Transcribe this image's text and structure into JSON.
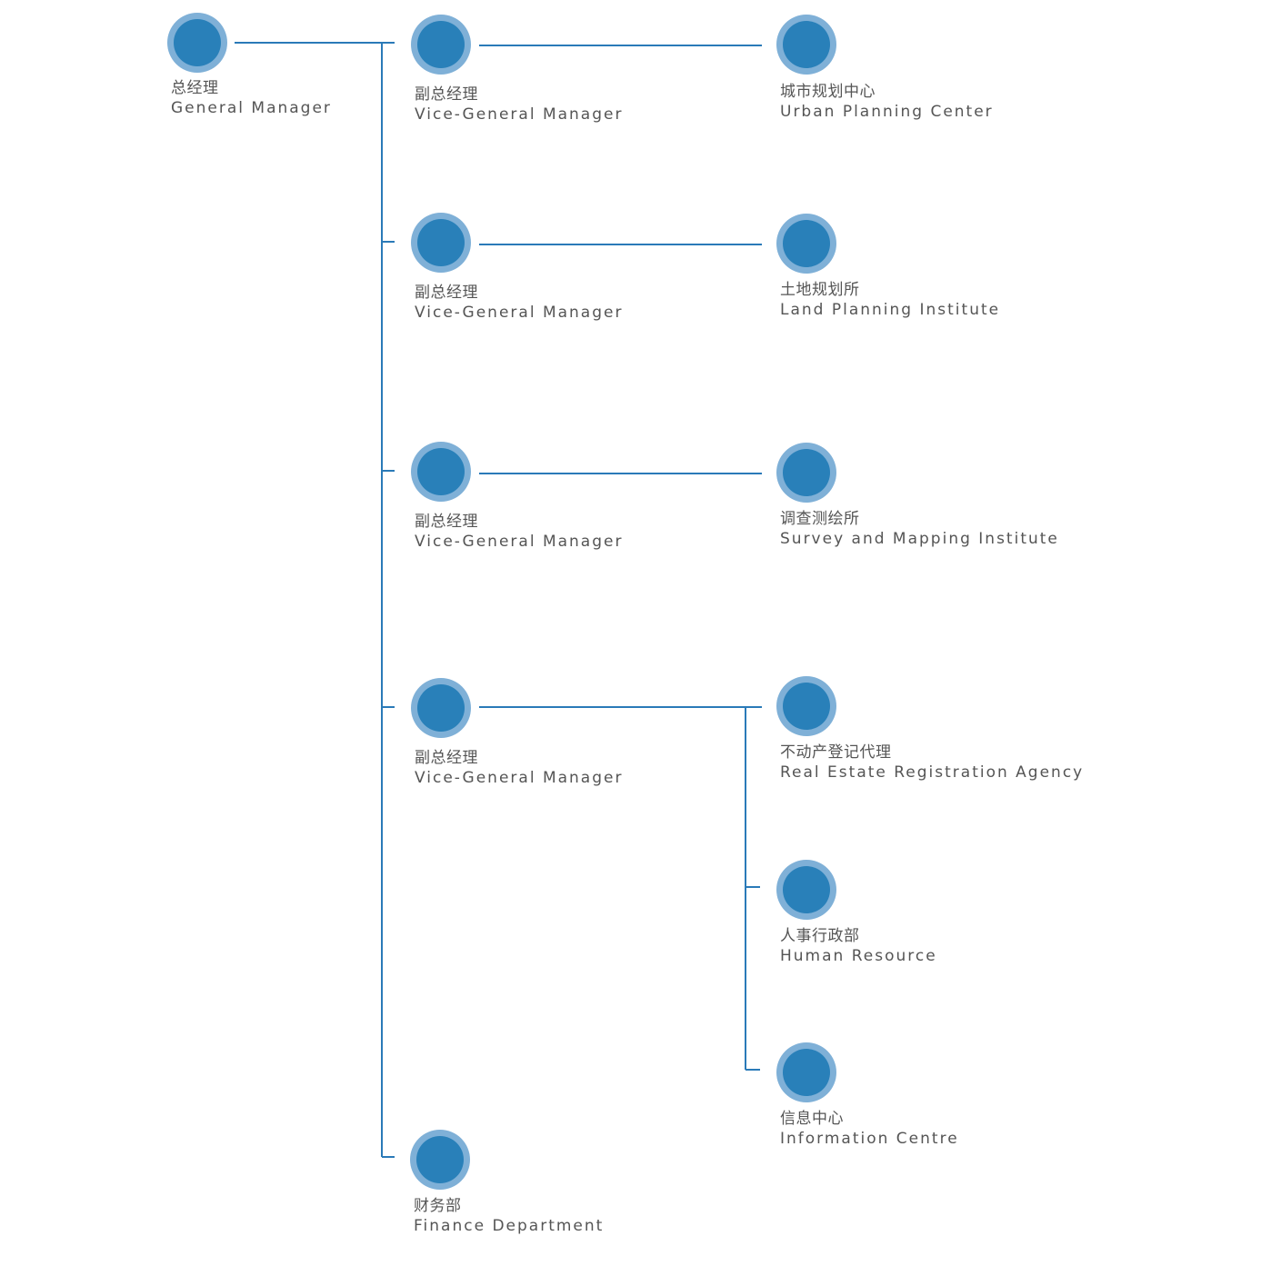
{
  "colors": {
    "line": "#2a7ab8",
    "dot_outer": "#7fb0d7",
    "dot_inner": "#2980b9",
    "text": "#555555"
  },
  "nodes": {
    "general_manager": {
      "cn": "总经理",
      "en": "General Manager"
    },
    "vgm_1": {
      "cn": "副总经理",
      "en": "Vice-General Manager"
    },
    "vgm_2": {
      "cn": "副总经理",
      "en": "Vice-General Manager"
    },
    "vgm_3": {
      "cn": "副总经理",
      "en": "Vice-General Manager"
    },
    "vgm_4": {
      "cn": "副总经理",
      "en": "Vice-General Manager"
    },
    "finance": {
      "cn": "财务部",
      "en": "Finance Department"
    },
    "urban_planning": {
      "cn": "城市规划中心",
      "en": "Urban Planning Center"
    },
    "land_planning": {
      "cn": "土地规划所",
      "en": "Land Planning Institute"
    },
    "survey_mapping": {
      "cn": "调查测绘所",
      "en": "Survey and Mapping Institute"
    },
    "real_estate": {
      "cn": "不动产登记代理",
      "en": "Real Estate Registration Agency"
    },
    "human_resource": {
      "cn": "人事行政部",
      "en": "Human Resource"
    },
    "information": {
      "cn": "信息中心",
      "en": "Information Centre"
    }
  }
}
